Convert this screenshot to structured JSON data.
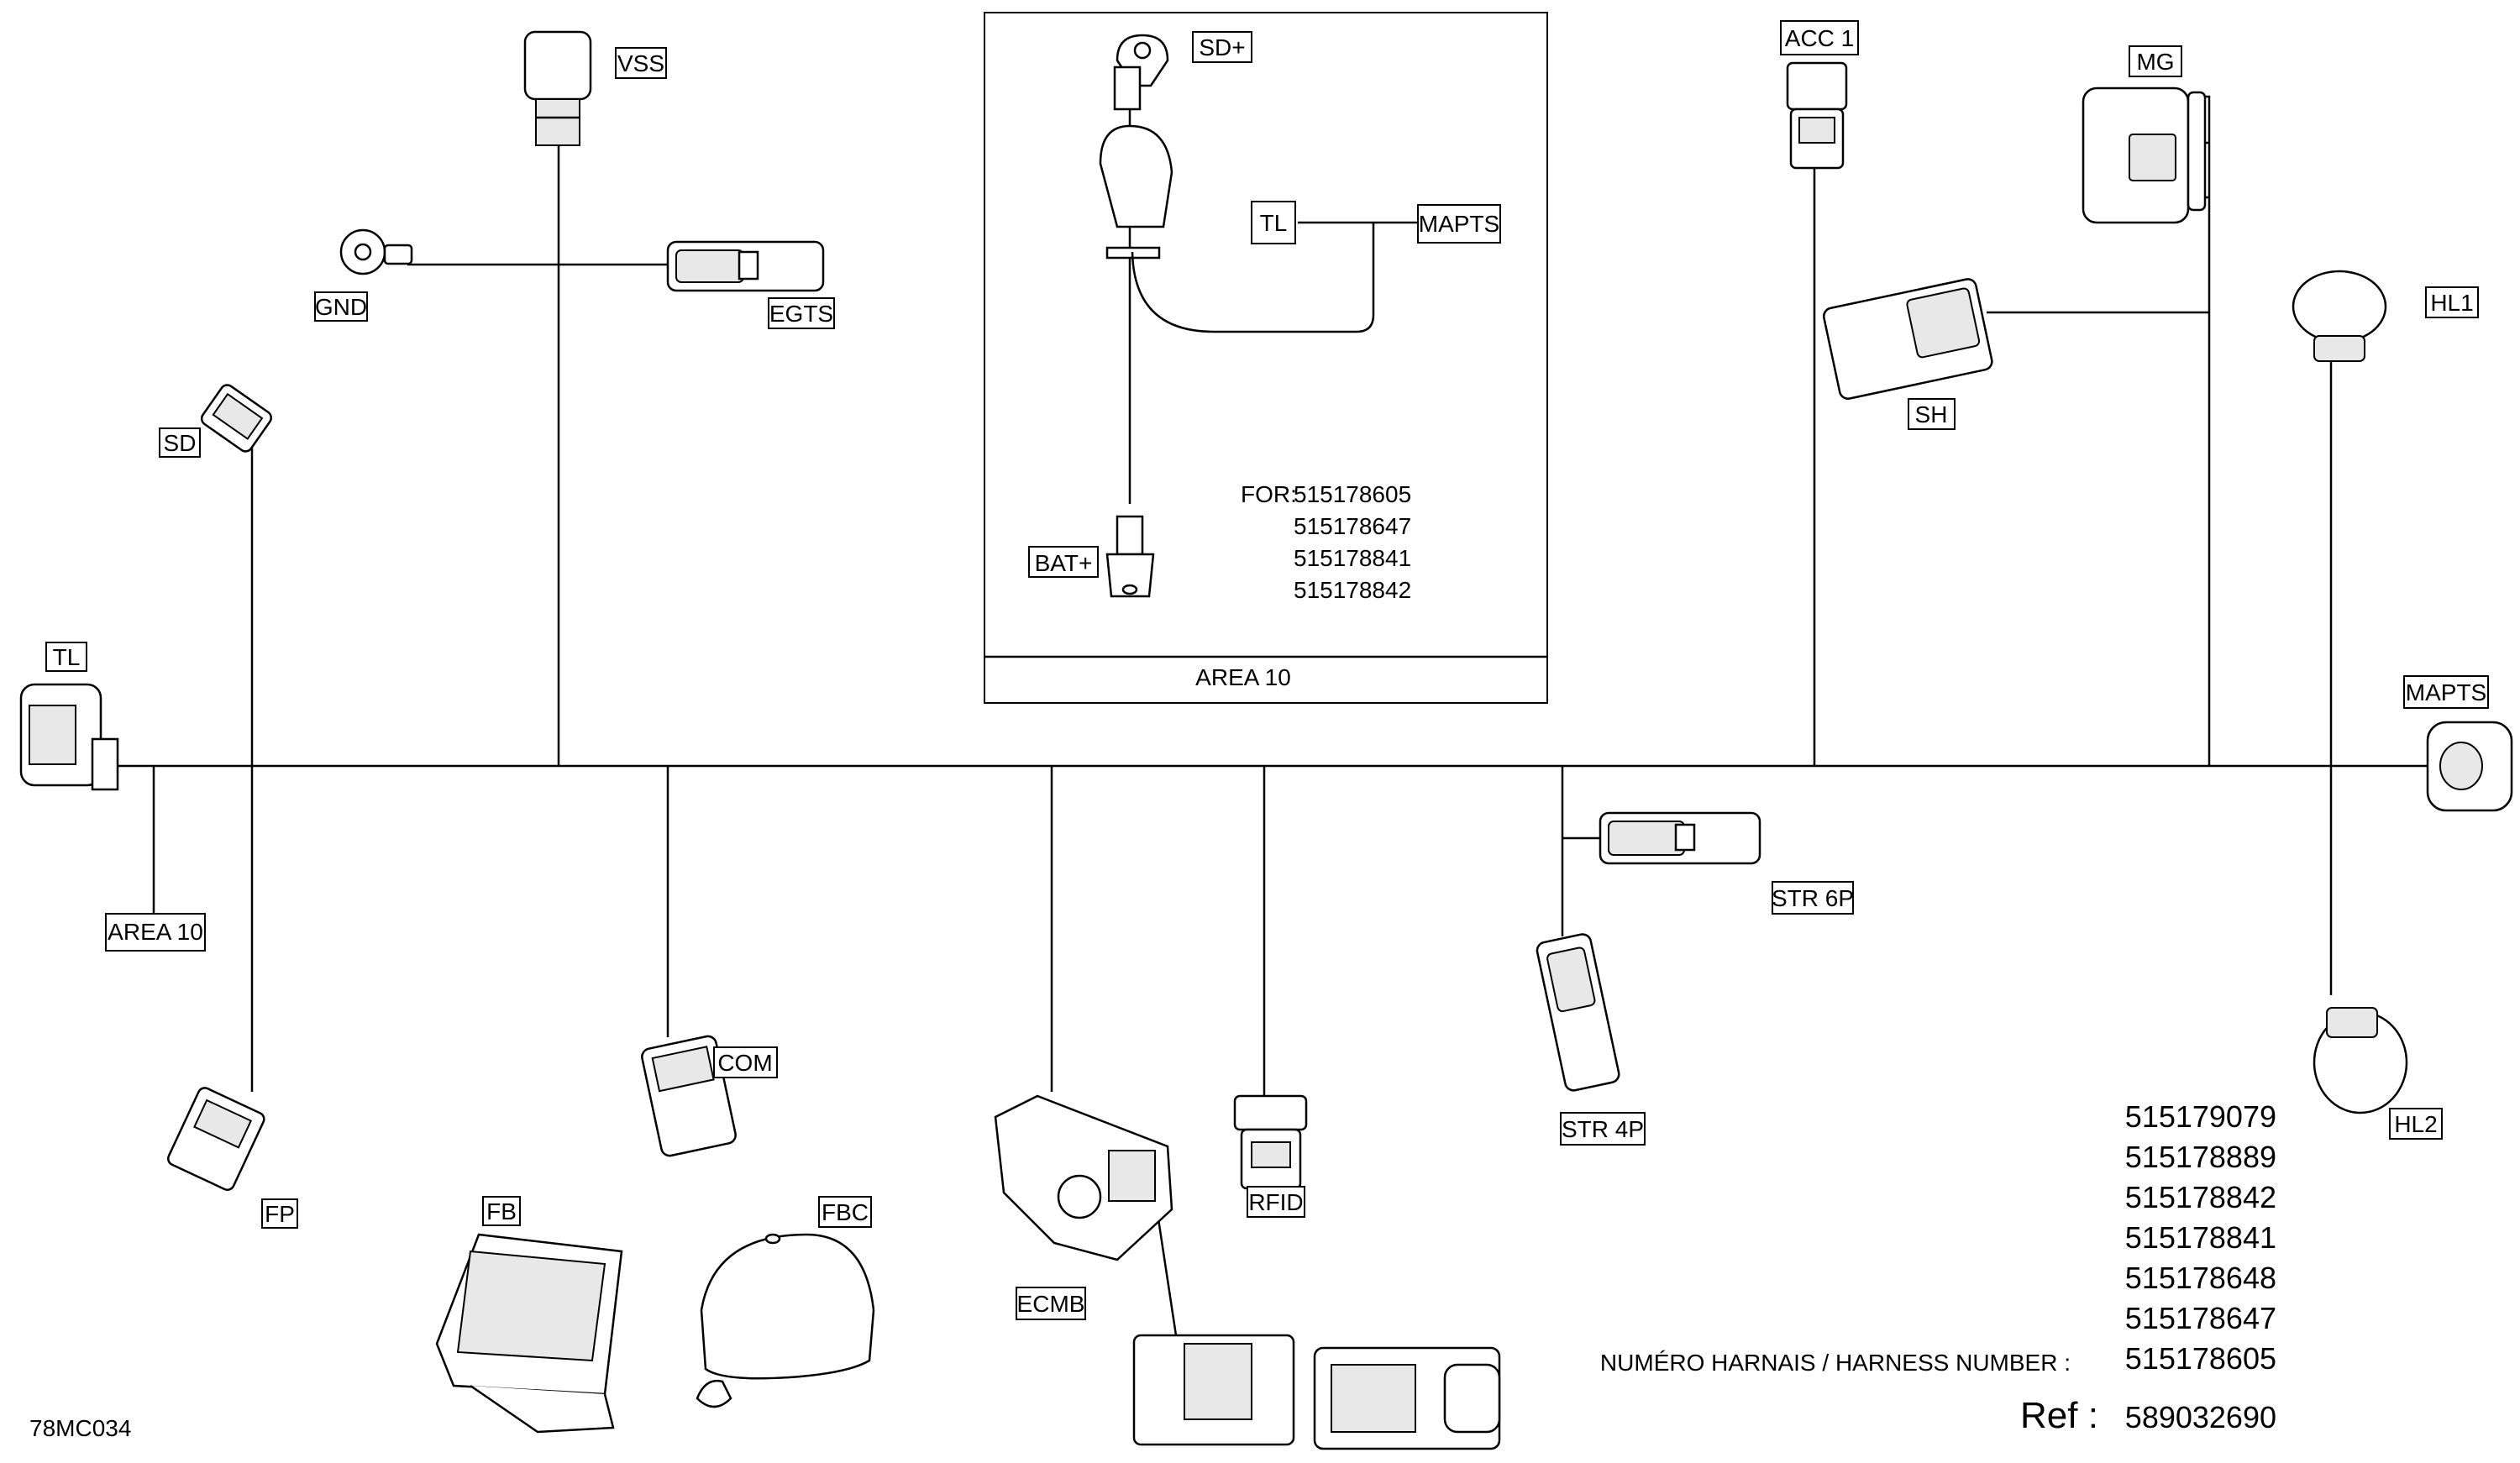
{
  "connectors": {
    "vss": "VSS",
    "gnd": "GND",
    "egts": "EGTS",
    "sd": "SD",
    "tl": "TL",
    "area10": "AREA 10",
    "fp": "FP",
    "fb": "FB",
    "fbc": "FBC",
    "com": "COM",
    "ecmb": "ECMB",
    "rfid": "RFID",
    "str6p": "STR 6P",
    "str4p": "STR 4P",
    "acc1": "ACC 1",
    "mg": "MG",
    "sh": "SH",
    "hl1": "HL1",
    "hl2": "HL2",
    "mapts": "MAPTS"
  },
  "inset": {
    "sd_plus": "SD+",
    "tl": "TL",
    "mapts": "MAPTS",
    "bat_plus": "BAT+",
    "for_label": "FOR:",
    "for_numbers": [
      "515178605",
      "515178647",
      "515178841",
      "515178842"
    ],
    "area_label": "AREA 10"
  },
  "harness_numbers": [
    "515179079",
    "515178889",
    "515178842",
    "515178841",
    "515178648",
    "515178647",
    "515178605"
  ],
  "harness_label": "NUMÉRO HARNAIS / HARNESS NUMBER :",
  "ref_prefix": "Ref :",
  "ref_number": "589032690",
  "drawing_code": "78MC034"
}
